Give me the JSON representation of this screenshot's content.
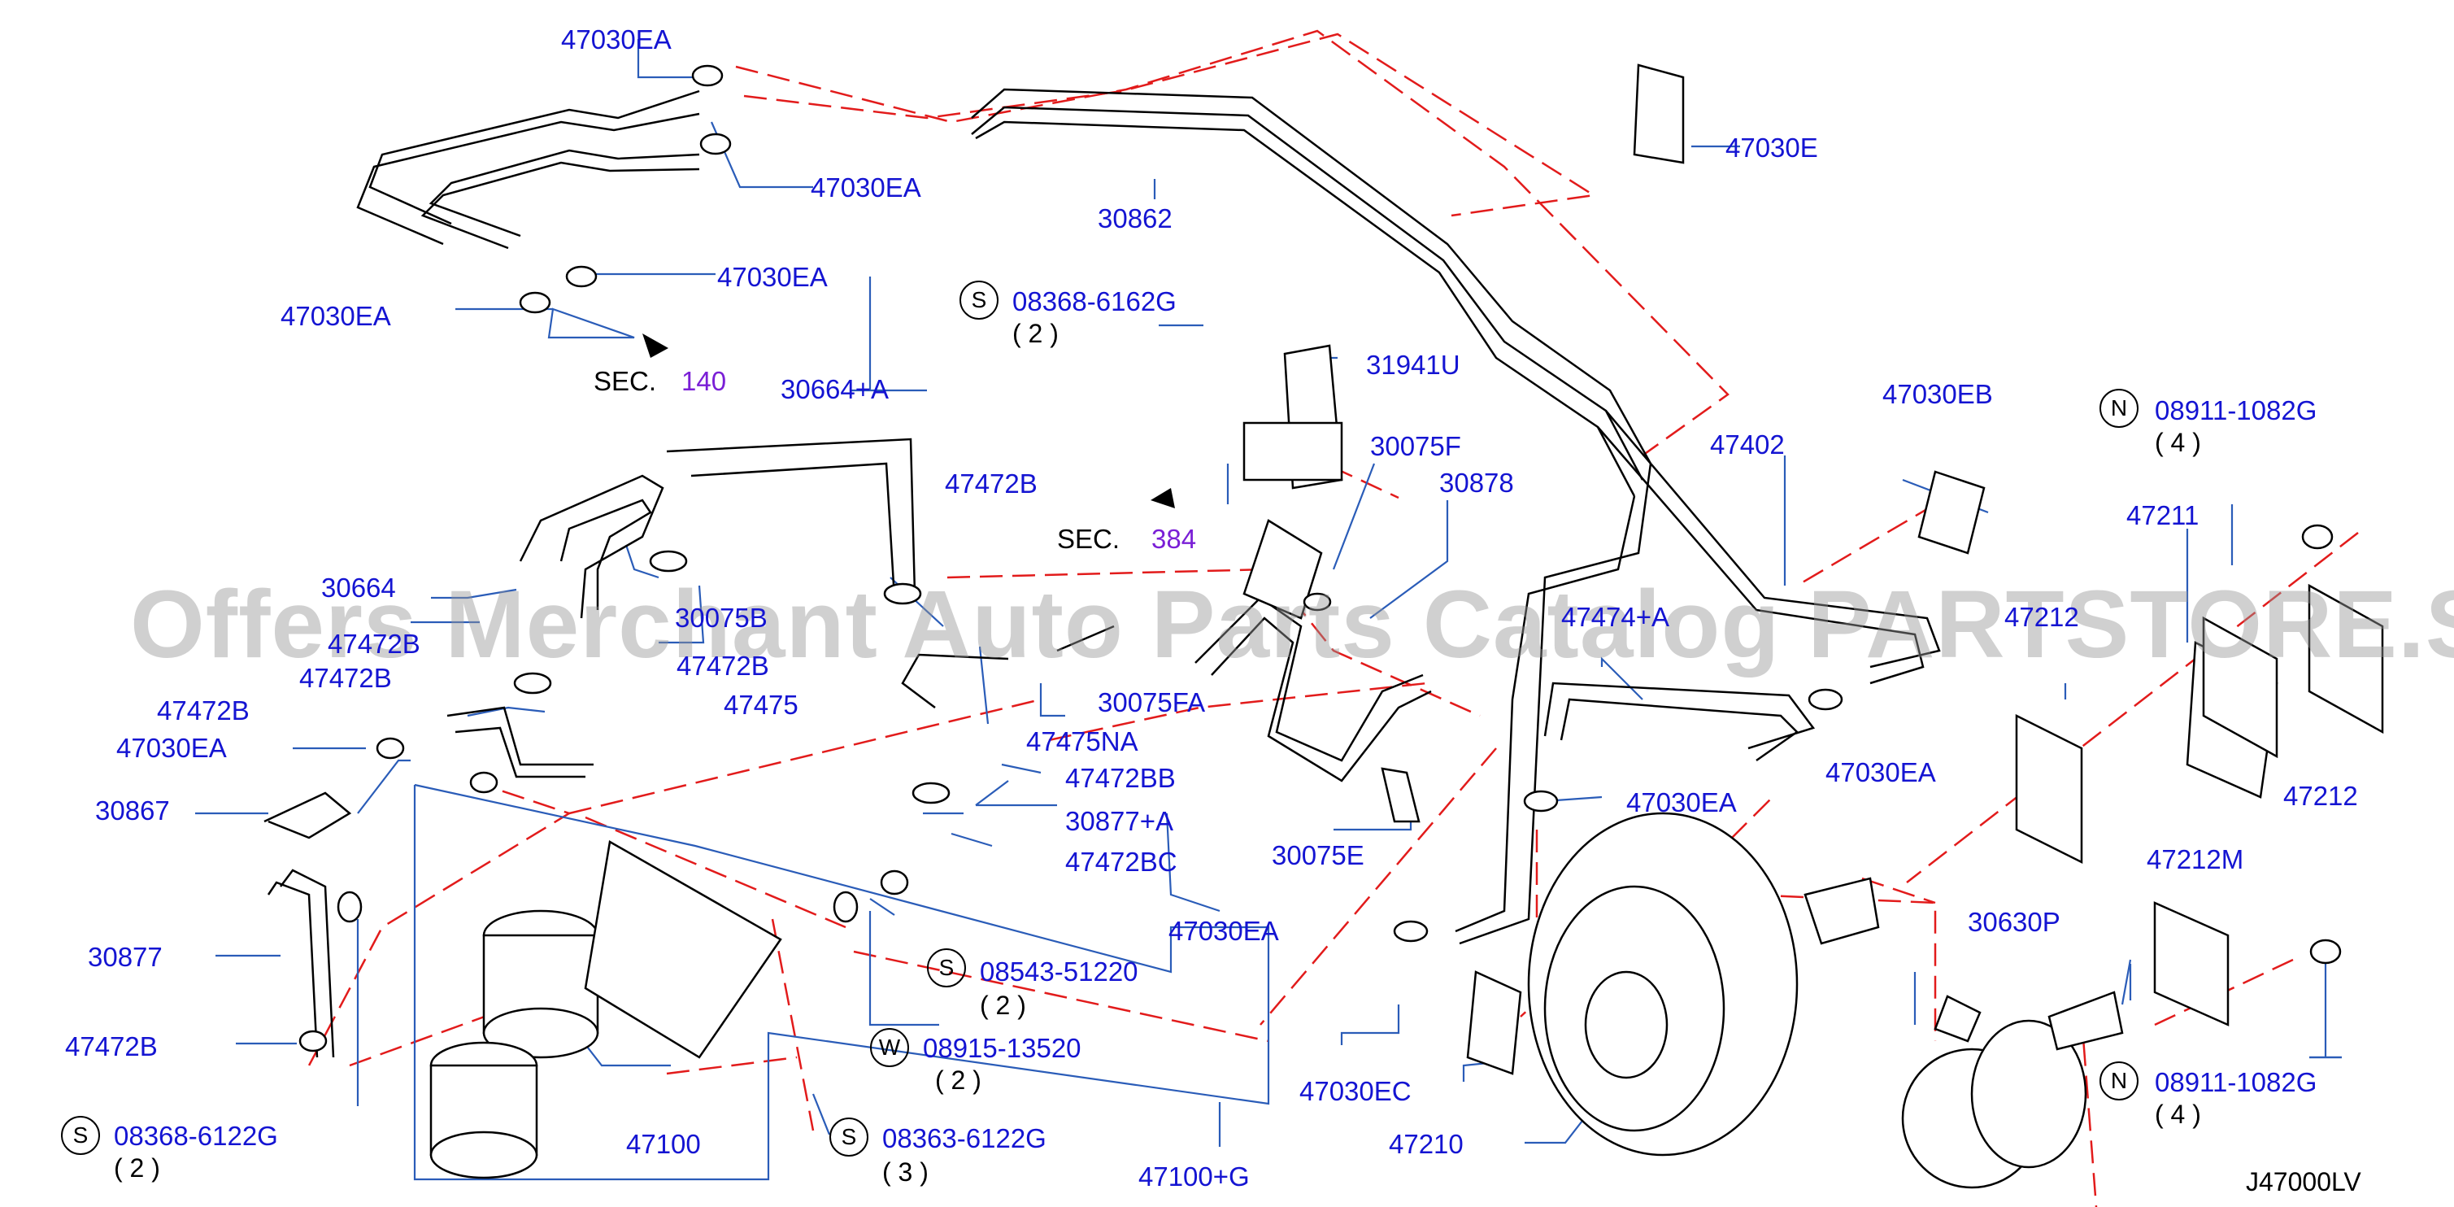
{
  "diagram": {
    "code": "J47000LV",
    "watermark": "Offers Merchant Auto Parts Catalog PARTSTORE.SA",
    "sec_refs": [
      {
        "prefix": "SEC.",
        "number": "140"
      },
      {
        "prefix": "SEC.",
        "number": "384"
      }
    ],
    "labels": {
      "p47030EA_a": "47030EA",
      "p47030EA_b": "47030EA",
      "p47030EA_c": "47030EA",
      "p47030EA_d": "47030EA",
      "p30862": "30862",
      "p47030E": "47030E",
      "p31941U": "31941U",
      "p30664A": "30664+A",
      "p47472B_a": "47472B",
      "p30075F": "30075F",
      "p30878": "30878",
      "p47402": "47402",
      "p47030EB": "47030EB",
      "p47211": "47211",
      "p30664": "30664",
      "p30075B": "30075B",
      "p47472B_b": "47472B",
      "p47472B_c": "47472B",
      "p47472B_d": "47472B",
      "p47475": "47475",
      "p47474A": "47474+A",
      "p47212_a": "47212",
      "p47472B_e": "47472B",
      "p47030EA_e": "47030EA",
      "p30075FA": "30075FA",
      "p47475NA": "47475NA",
      "p47472BB": "47472BB",
      "p30867": "30867",
      "p30877A": "30877+A",
      "p47030EA_f": "47030EA",
      "p47212_b": "47212",
      "p47472BC": "47472BC",
      "p30075E": "30075E",
      "p47212M": "47212M",
      "p47030EA_g": "47030EA",
      "p30877": "30877",
      "p30630P": "30630P",
      "p47030EA_h": "47030EA",
      "p47472B_f": "47472B",
      "p47030EC": "47030EC",
      "p47100": "47100",
      "p47100G": "47100+G",
      "p47210": "47210"
    },
    "bolts": [
      {
        "symbol": "S",
        "part": "08368-6162G",
        "qty": "( 2 )"
      },
      {
        "symbol": "N",
        "part": "08911-1082G",
        "qty": "( 4 )"
      },
      {
        "symbol": "S",
        "part": "08543-51220",
        "qty": "( 2 )"
      },
      {
        "symbol": "W",
        "part": "08915-13520",
        "qty": "( 2 )"
      },
      {
        "symbol": "S",
        "part": "08368-6122G",
        "qty": "( 2 )"
      },
      {
        "symbol": "S",
        "part": "08363-6122G",
        "qty": "( 3 )"
      },
      {
        "symbol": "N",
        "part": "08911-1082G",
        "qty": "( 4 )"
      }
    ]
  }
}
